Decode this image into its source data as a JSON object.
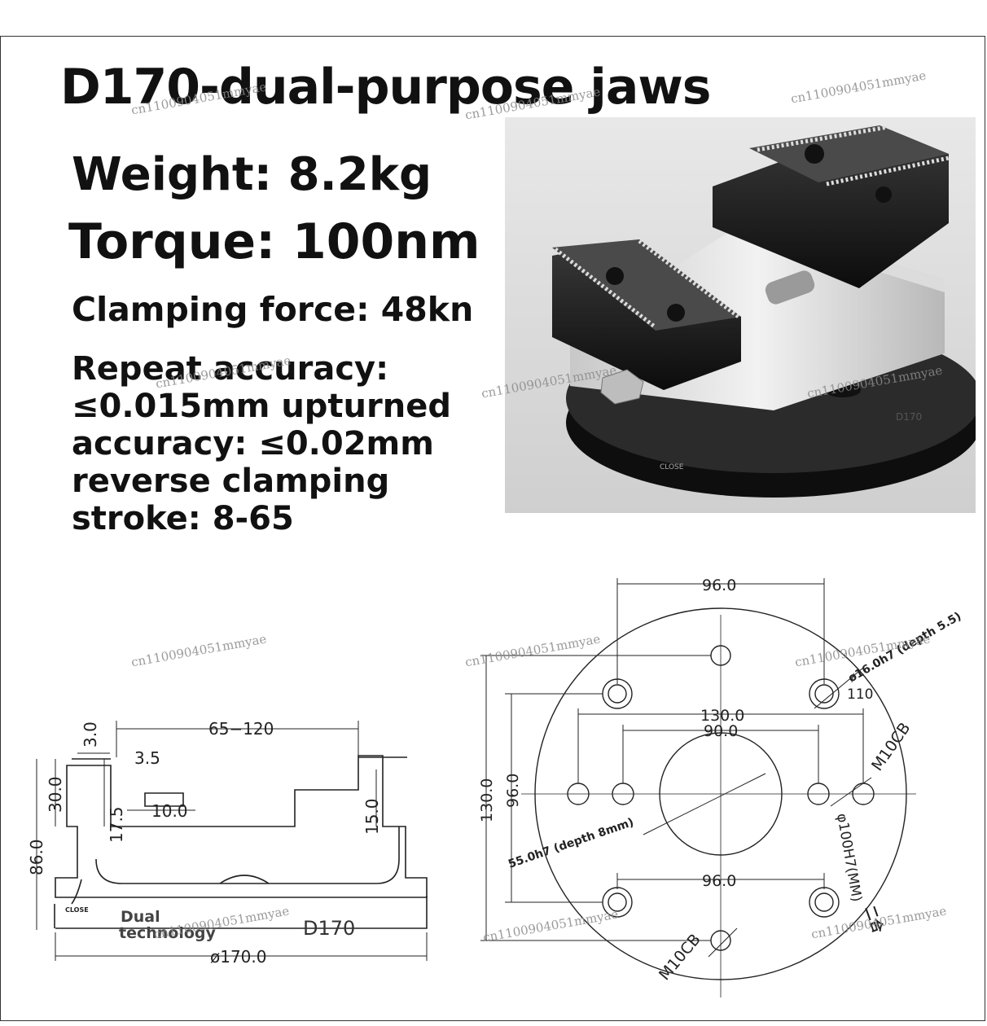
{
  "title": "D170-dual-purpose jaws",
  "specs": {
    "weight": "Weight: 8.2kg",
    "torque": "Torque: 100nm",
    "clamping_force": "Clamping force: 48kn",
    "lines": [
      "Repeat accuracy:",
      "≤0.015mm upturned",
      "accuracy: ≤0.02mm",
      "reverse clamping",
      "stroke: 8-65"
    ]
  },
  "photo": {
    "engraving": "CLOSE",
    "brand_mark": "D170"
  },
  "side_drawing": {
    "dims": {
      "stroke": "65−120",
      "d3_0": "3.0",
      "d3_5": "3.5",
      "d30_0": "30.0",
      "d17_5": "17.5",
      "d10_0": "10.0",
      "d15_0": "15.0",
      "d86_0": "86.0",
      "diameter": "ø170.0"
    },
    "labels": {
      "brand_line1": "Dual",
      "brand_line2": "technology",
      "model": "D170",
      "close": "CLOSE"
    }
  },
  "top_drawing": {
    "dims": {
      "top96": "96.0",
      "bottom96": "96.0",
      "h130": "130.0",
      "h90": "90.0",
      "v130": "130.0",
      "v96": "96.0",
      "hole16": "ø16.0h7 (depth 5.5)",
      "h110": "110",
      "m10_right": "M10CB",
      "m10_bottom": "M10CB",
      "center55": "55.0h7 (depth 8mm)",
      "phi100": "φ100H7(MM)",
      "logo": "二合"
    }
  },
  "watermark": "cn1100904051mmyae"
}
